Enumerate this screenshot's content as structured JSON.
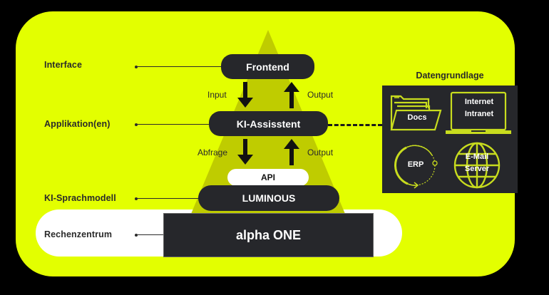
{
  "colors": {
    "background": "#000000",
    "panel": "#e3ff00",
    "pyramid": "#bfcc00",
    "dark": "#26272b",
    "white": "#ffffff",
    "icon_stroke": "#c8dc1e"
  },
  "layers": [
    {
      "label": "Interface",
      "component": "Frontend"
    },
    {
      "label": "Applikation(en)",
      "component": "KI-Assisstent"
    },
    {
      "label": "KI-Sprachmodell",
      "component": "LUMINOUS"
    },
    {
      "label": "Rechenzentrum",
      "component": "alpha ONE"
    }
  ],
  "api_label": "API",
  "flows": {
    "frontend_to_assistant": {
      "down": "Input",
      "up": "Output"
    },
    "assistant_to_model": {
      "down": "Abfrage",
      "up": "Output"
    }
  },
  "data_sources": {
    "title": "Datengrundlage",
    "items": [
      {
        "label": "Docs",
        "icon": "folder-icon"
      },
      {
        "label_line1": "Internet",
        "label_line2": "Intranet",
        "icon": "laptop-icon"
      },
      {
        "label": "ERP",
        "icon": "cycle-icon"
      },
      {
        "label_line1": "E-Mail",
        "label_line2": "Server",
        "icon": "globe-icon"
      }
    ]
  }
}
